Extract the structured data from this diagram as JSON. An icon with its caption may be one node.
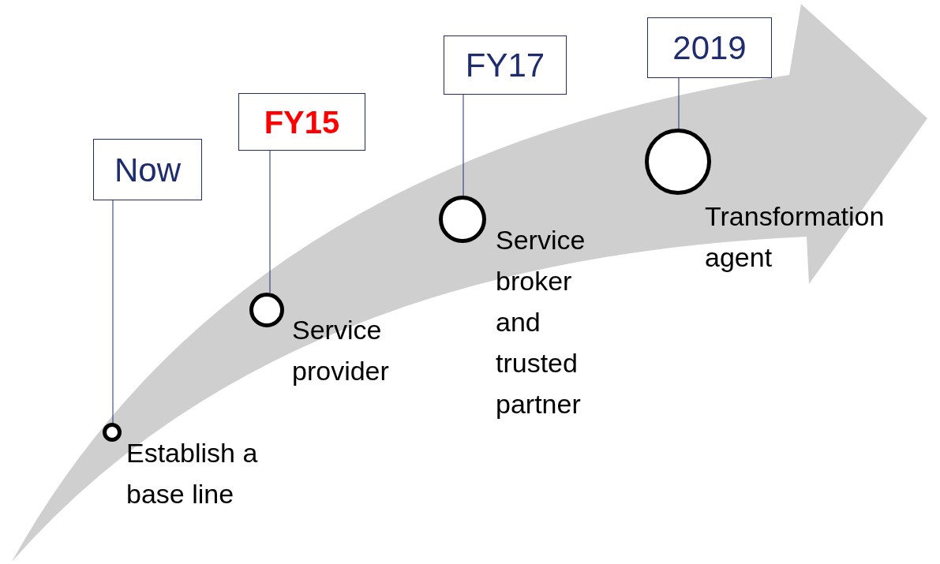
{
  "diagram": {
    "nodes": [
      {
        "text": [
          "Now"
        ]
      },
      {
        "text": [],
        "shape": "circle",
        "beside": [
          "Establish a base line"
        ]
      },
      {
        "text": [
          "FY15"
        ]
      },
      {
        "text": [],
        "shape": "circle",
        "beside": [
          "Service provider"
        ]
      },
      {
        "text": [
          "FY17"
        ]
      },
      {
        "text": [],
        "shape": "circle",
        "beside": [
          "Service broker and trusted partner"
        ]
      },
      {
        "text": [
          "2019"
        ]
      },
      {
        "text": [],
        "shape": "circle",
        "beside": [
          "Transformation agent"
        ]
      }
    ],
    "edges": [
      {
        "from": 0,
        "to": 1,
        "arrow": "none"
      },
      {
        "from": 2,
        "to": 3,
        "arrow": "none"
      },
      {
        "from": 4,
        "to": 5,
        "arrow": "none"
      },
      {
        "from": 6,
        "to": 7,
        "arrow": "none"
      }
    ]
  }
}
